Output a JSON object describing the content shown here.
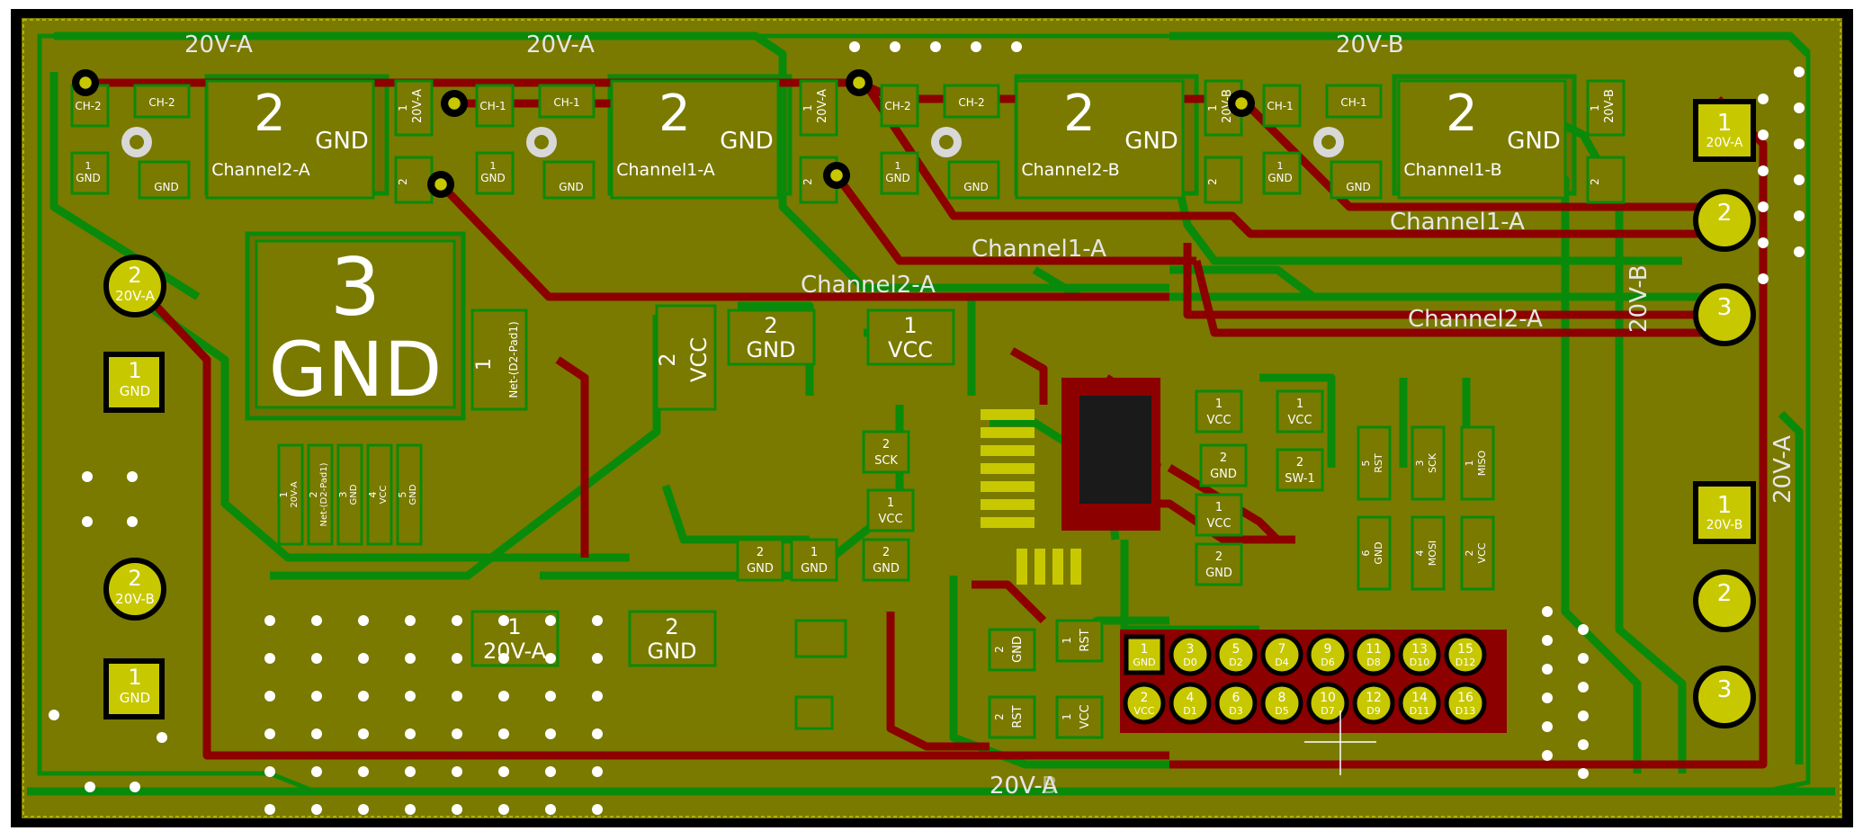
{
  "colors": {
    "board": "#7a7a00",
    "fill_dark": "#6e6e00",
    "outline": "#000000",
    "copper_front": "#0a8a0a",
    "copper_back": "#8c0000",
    "pad": "#c8c800",
    "silk": "#ffffff",
    "drill": "#d8d8d8",
    "label": "#e6e6e6"
  },
  "labels": {
    "net_20va_1": "20V-A",
    "net_20va_2": "20V-A",
    "net_20vb_top": "20V-B",
    "net_20vb_side": "20V-B",
    "net_20va_side": "20V-A",
    "net_bottom": "20V-A",
    "net_bottom_overlay": "20V-B",
    "ch1a_a": "Channel1-A",
    "ch1a_b": "Channel1-A",
    "ch2a_a": "Channel2-A",
    "ch2a_b": "Channel2-A",
    "big_pad_num": "3",
    "big_pad_name": "GND"
  },
  "channel_modules": [
    {
      "num": "2",
      "name": "Channel2-A",
      "gnd": "GND",
      "side_pin": "20V-A",
      "p2": "CH-2",
      "p1": "CH-2"
    },
    {
      "num": "2",
      "name": "Channel1-A",
      "gnd": "GND",
      "side_pin": "20V-A",
      "p2": "CH-1",
      "p1": "CH-1"
    },
    {
      "num": "2",
      "name": "Channel2-B",
      "gnd": "GND",
      "side_pin": "20V-B",
      "p2": "CH-2",
      "p1": "CH-2"
    },
    {
      "num": "2",
      "name": "Channel1-B",
      "gnd": "GND",
      "side_pin": "20V-B",
      "p2": "CH-1",
      "p1": "CH-1"
    }
  ],
  "left_connectors": [
    {
      "num": "2",
      "name": "20V-A"
    },
    {
      "num": "1",
      "name": "GND"
    },
    {
      "num": "2",
      "name": "20V-B"
    },
    {
      "num": "1",
      "name": "GND"
    }
  ],
  "right_connectors": [
    {
      "num": "1",
      "name": "20V-A"
    },
    {
      "num": "2",
      "name": ""
    },
    {
      "num": "3",
      "name": ""
    },
    {
      "num": "1",
      "name": "20V-B"
    },
    {
      "num": "2",
      "name": ""
    },
    {
      "num": "3",
      "name": ""
    }
  ],
  "power_pads": [
    {
      "num": "2",
      "name": "GND"
    },
    {
      "num": "1",
      "name": "VCC"
    },
    {
      "num": "2",
      "name": "VCC"
    },
    {
      "num": "1",
      "name": "20V-A"
    },
    {
      "num": "2",
      "name": "GND"
    }
  ],
  "smd_labels": [
    {
      "num": "2",
      "name": "SCK"
    },
    {
      "num": "1",
      "name": "VCC"
    },
    {
      "num": "2",
      "name": "GND"
    },
    {
      "num": "1",
      "name": "GND"
    },
    {
      "num": "2",
      "name": "GND"
    },
    {
      "num": "1",
      "name": "VCC"
    },
    {
      "num": "1",
      "name": "VCC"
    },
    {
      "num": "2",
      "name": "GND"
    },
    {
      "num": "2",
      "name": "SW-1"
    },
    {
      "num": "1",
      "name": "VCC"
    },
    {
      "num": "2",
      "name": "GND"
    },
    {
      "num": "2",
      "name": "GND"
    },
    {
      "num": "1",
      "name": "RST"
    },
    {
      "num": "2",
      "name": "RST"
    },
    {
      "num": "1",
      "name": "VCC"
    }
  ],
  "header_top": [
    {
      "num": "1",
      "name": "GND"
    },
    {
      "num": "3",
      "name": "D0"
    },
    {
      "num": "5",
      "name": "D2"
    },
    {
      "num": "7",
      "name": "D4"
    },
    {
      "num": "9",
      "name": "D6"
    },
    {
      "num": "11",
      "name": "D8"
    },
    {
      "num": "13",
      "name": "D10"
    },
    {
      "num": "15",
      "name": "D12"
    }
  ],
  "header_bottom": [
    {
      "num": "2",
      "name": "VCC"
    },
    {
      "num": "4",
      "name": "D1"
    },
    {
      "num": "6",
      "name": "D3"
    },
    {
      "num": "8",
      "name": "D5"
    },
    {
      "num": "10",
      "name": "D7"
    },
    {
      "num": "12",
      "name": "D9"
    },
    {
      "num": "14",
      "name": "D11"
    },
    {
      "num": "16",
      "name": "D13"
    }
  ],
  "isp_pins": [
    {
      "num": "5",
      "name": "RST"
    },
    {
      "num": "3",
      "name": "SCK"
    },
    {
      "num": "1",
      "name": "MISO"
    },
    {
      "num": "6",
      "name": "GND"
    },
    {
      "num": "4",
      "name": "MOSI"
    },
    {
      "num": "2",
      "name": "VCC"
    }
  ],
  "small_left_pins": [
    {
      "num": "1",
      "name": "20V-A"
    },
    {
      "num": "2",
      "name": "Net-(D2-Pad1)"
    },
    {
      "num": "3",
      "name": "GND"
    },
    {
      "num": "4",
      "name": "VCC"
    },
    {
      "num": "5",
      "name": "GND"
    }
  ],
  "misc": {
    "diode_pad": "1",
    "diode_net": "Net-(D2-Pad1)",
    "vcc_num": "2",
    "vcc_name": "VCC"
  }
}
